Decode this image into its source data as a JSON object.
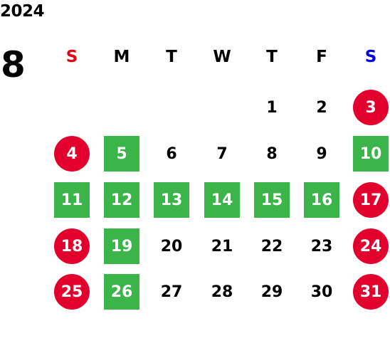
{
  "year": "2024",
  "month": "8",
  "colors": {
    "sunday": "#e60012",
    "saturday": "#0000e6",
    "holiday": "#e2002d",
    "closed": "#3bb44a"
  },
  "weekdays": [
    {
      "label": "S",
      "color": "#e60012"
    },
    {
      "label": "M",
      "color": "#000000"
    },
    {
      "label": "T",
      "color": "#000000"
    },
    {
      "label": "W",
      "color": "#000000"
    },
    {
      "label": "T",
      "color": "#000000"
    },
    {
      "label": "F",
      "color": "#000000"
    },
    {
      "label": "S",
      "color": "#0000e6"
    }
  ],
  "weeks": [
    [
      null,
      null,
      null,
      null,
      {
        "day": "1",
        "type": "normal"
      },
      {
        "day": "2",
        "type": "normal"
      },
      {
        "day": "3",
        "type": "holiday"
      }
    ],
    [
      {
        "day": "4",
        "type": "holiday"
      },
      {
        "day": "5",
        "type": "closed"
      },
      {
        "day": "6",
        "type": "normal"
      },
      {
        "day": "7",
        "type": "normal"
      },
      {
        "day": "8",
        "type": "normal"
      },
      {
        "day": "9",
        "type": "normal"
      },
      {
        "day": "10",
        "type": "closed"
      }
    ],
    [
      {
        "day": "11",
        "type": "closed"
      },
      {
        "day": "12",
        "type": "closed"
      },
      {
        "day": "13",
        "type": "closed"
      },
      {
        "day": "14",
        "type": "closed"
      },
      {
        "day": "15",
        "type": "closed"
      },
      {
        "day": "16",
        "type": "closed"
      },
      {
        "day": "17",
        "type": "holiday"
      }
    ],
    [
      {
        "day": "18",
        "type": "holiday"
      },
      {
        "day": "19",
        "type": "closed"
      },
      {
        "day": "20",
        "type": "normal"
      },
      {
        "day": "21",
        "type": "normal"
      },
      {
        "day": "22",
        "type": "normal"
      },
      {
        "day": "23",
        "type": "normal"
      },
      {
        "day": "24",
        "type": "holiday"
      }
    ],
    [
      {
        "day": "25",
        "type": "holiday"
      },
      {
        "day": "26",
        "type": "closed"
      },
      {
        "day": "27",
        "type": "normal"
      },
      {
        "day": "28",
        "type": "normal"
      },
      {
        "day": "29",
        "type": "normal"
      },
      {
        "day": "30",
        "type": "normal"
      },
      {
        "day": "31",
        "type": "holiday"
      }
    ]
  ]
}
